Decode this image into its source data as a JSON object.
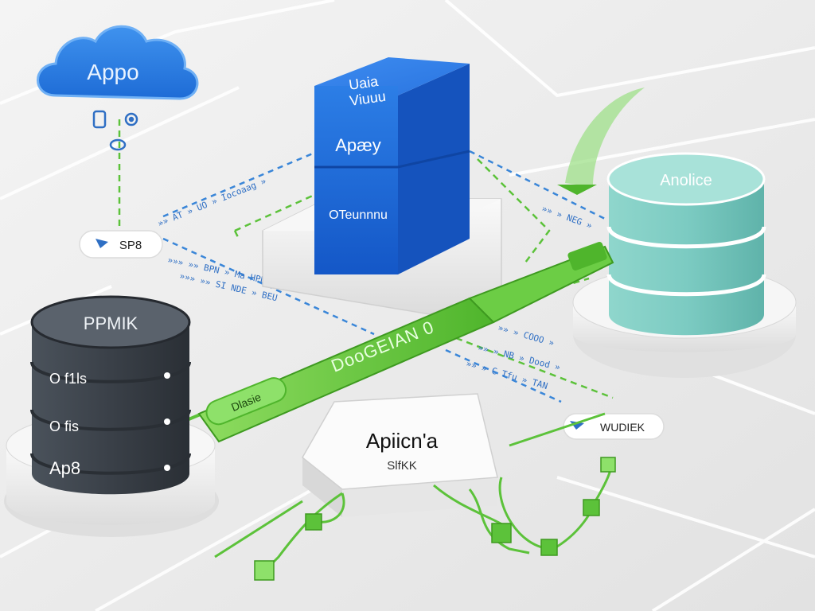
{
  "cloud": {
    "label": "Appo"
  },
  "blue_cube": {
    "top_label": "Uaia\nViuuu",
    "mid_label": "Apæy",
    "bottom_label": "OTeunnnu"
  },
  "db_teal": {
    "label": "Anolice"
  },
  "db_dark": {
    "top_label": "PPMIK",
    "row1": "O  f1ls",
    "row2": "O  fis",
    "row3": "Ap8"
  },
  "pipe": {
    "main_label": "DooGEIAN 0",
    "end_label": "Dlasie"
  },
  "app_box": {
    "title": "Apiicn'a",
    "subtitle": "SlfKK"
  },
  "pills": {
    "left": "SP8",
    "right": "WUDIEK"
  },
  "flow_texts": {
    "t1": "»»»   »»   BPN   »  Ma  HPD",
    "t2": "»»»   »»   SI NDE   »  BEU",
    "t3": "»»  AT  »  UO  »  Iocoaag  »",
    "t4": "»»  »   NB  »  Dood  »",
    "t5": "»»  »  C  Tfu  »  TAN",
    "t6": "»»  »  NEG  »",
    "t7": "»»  »   COOO  »"
  },
  "colors": {
    "background": "#ececec",
    "cloud_blue": "#2a7de1",
    "cube_blue": "#1d6fe0",
    "teal_db": "#7ccbc2",
    "dark_db": "#3d434b",
    "green": "#5cc23a",
    "dashed_blue": "#3a86d8"
  },
  "icons": [
    "cloud-icon",
    "device-icon",
    "gear-icon",
    "ring-icon",
    "arrow-icon"
  ]
}
